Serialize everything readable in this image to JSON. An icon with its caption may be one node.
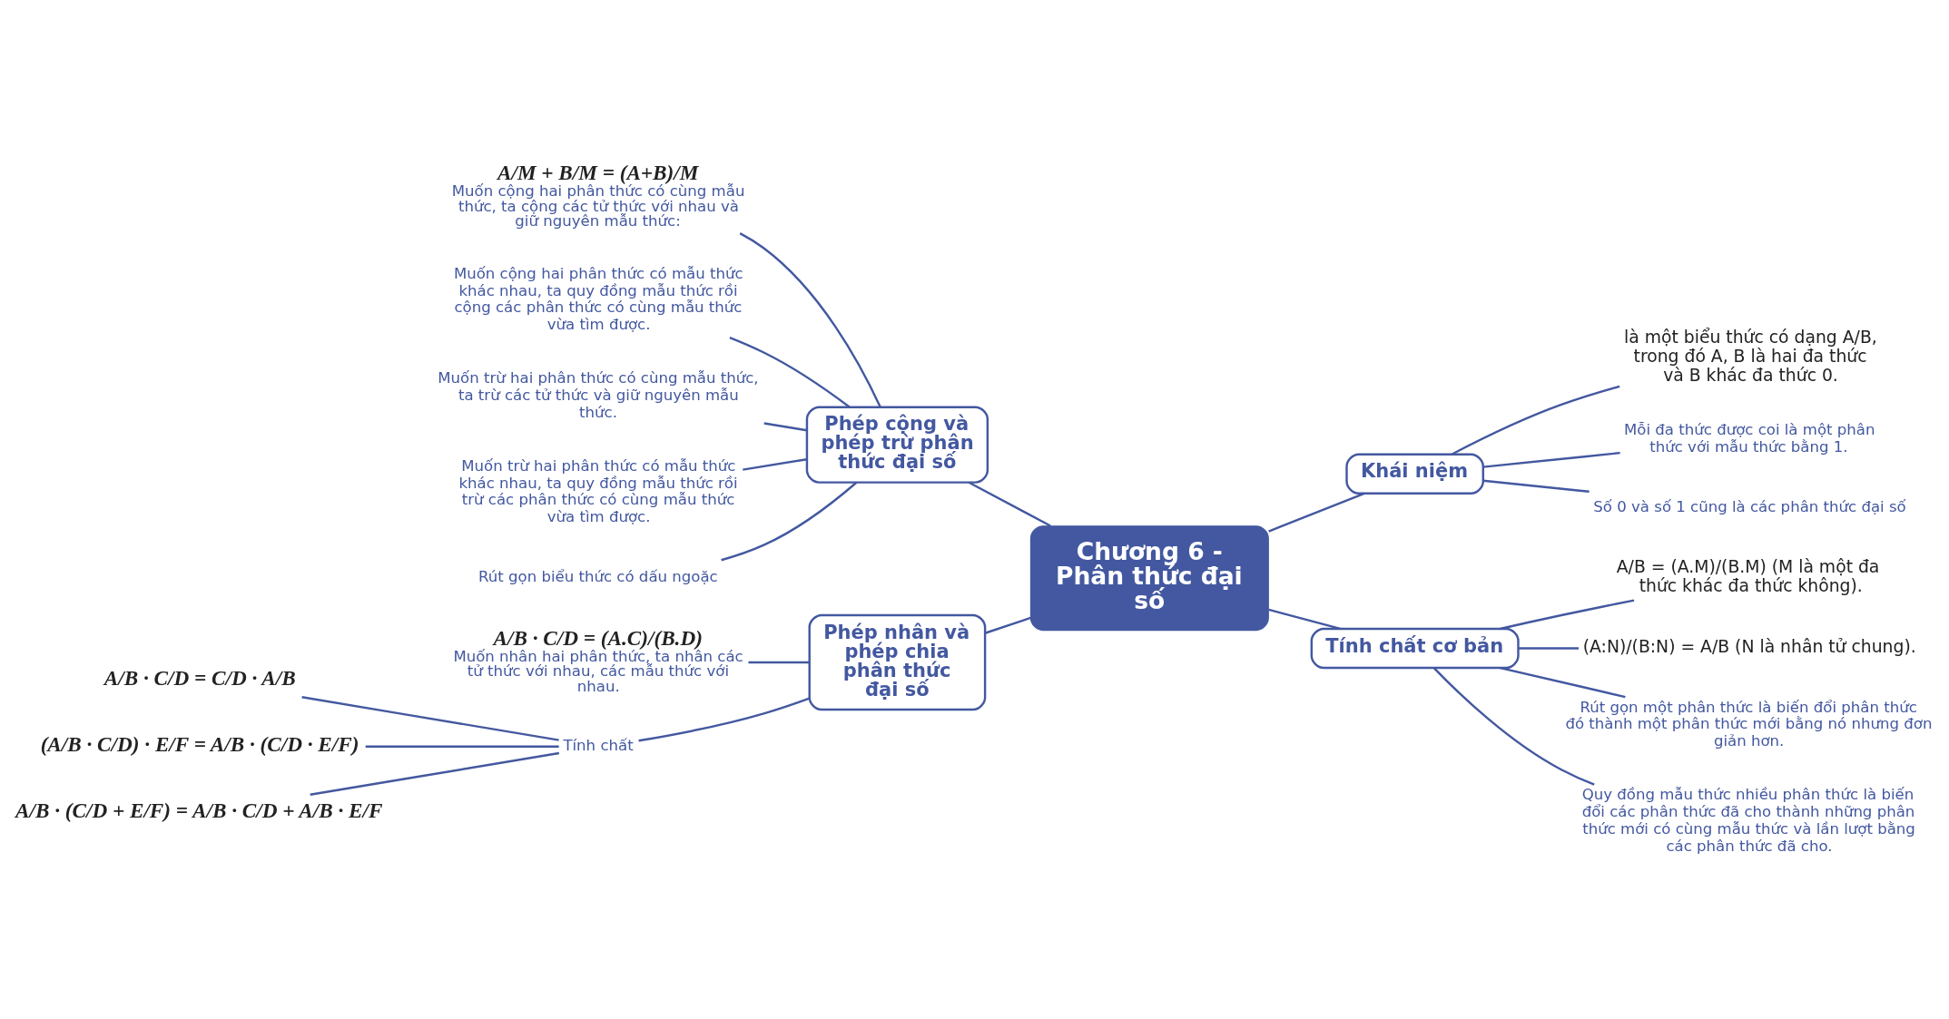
{
  "diagram": {
    "nodes": [
      {
        "text": [
          "Chương 6 - Phân thức đại số"
        ]
      },
      {
        "text": [
          "Phép cộng và phép trừ phân thức đại số"
        ]
      },
      {
        "text": [
          "Phép nhân và phép chia phân thức đại số"
        ]
      },
      {
        "text": [
          "Khái niệm"
        ]
      },
      {
        "text": [
          "Tính chất cơ bản"
        ]
      },
      {
        "text": [
          "A/M + B/M = (A+B)/M",
          "Muốn cộng hai phân thức có cùng mẫu thức, ta cộng các tử thức với nhau và giữ nguyên mẫu thức:"
        ]
      },
      {
        "text": [
          "Muốn cộng hai phân thức có mẫu thức khác nhau, ta quy đồng mẫu thức rồi cộng các phân thức có cùng mẫu thức vừa tìm được."
        ]
      },
      {
        "text": [
          "Muốn trừ hai phân thức có cùng mẫu thức, ta trừ các tử thức và giữ nguyên mẫu thức."
        ]
      },
      {
        "text": [
          "Muốn trừ hai phân thức có mẫu thức khác nhau, ta quy đồng mẫu thức rồi trừ các phân thức có cùng mẫu thức vừa tìm được."
        ]
      },
      {
        "text": [
          "Rút gọn biểu thức có dấu ngoặc"
        ]
      },
      {
        "text": [
          "A/B · C/D = (A.C)/(B.D)",
          "Muốn nhân hai phân thức, ta nhân các tử thức với nhau, các mẫu thức với nhau."
        ]
      },
      {
        "text": [
          "Tính chất"
        ]
      },
      {
        "text": [
          "A/B · C/D = C/D · A/B"
        ]
      },
      {
        "text": [
          "(A/B · C/D) · E/F = A/B · (C/D · E/F)"
        ]
      },
      {
        "text": [
          "A/B · (C/D + E/F) = A/B · C/D + A/B · E/F"
        ]
      },
      {
        "text": [
          "là một biểu thức có dạng A/B, trong đó A, B là hai đa thức và B khác đa thức 0."
        ]
      },
      {
        "text": [
          "Mỗi đa thức được coi là một phân thức với mẫu thức bằng 1."
        ]
      },
      {
        "text": [
          "Số 0 và số 1 cũng là các phân thức đại số"
        ]
      },
      {
        "text": [
          "A/B = (A.M)/(B.M) (M là một đa thức khác đa thức không)."
        ]
      },
      {
        "text": [
          "(A:N)/(B:N) = A/B (N là nhân tử chung)."
        ]
      },
      {
        "text": [
          "Rút gọn một phân thức là biến đổi phân thức đó thành một phân thức mới bằng nó nhưng đơn giản hơn."
        ]
      },
      {
        "text": [
          "Quy đồng mẫu thức nhiều phân thức là biến đổi các phân thức đã cho thành những phân thức mới có cùng mẫu thức và lần lượt bằng các phân thức đã cho."
        ]
      }
    ],
    "edges": [
      {
        "from": 5,
        "to": 1,
        "arrow": "none"
      },
      {
        "from": 6,
        "to": 1,
        "arrow": "none"
      },
      {
        "from": 7,
        "to": 1,
        "arrow": "none"
      },
      {
        "from": 8,
        "to": 1,
        "arrow": "none"
      },
      {
        "from": 9,
        "to": 1,
        "arrow": "none"
      },
      {
        "from": 1,
        "to": 0,
        "arrow": "none"
      },
      {
        "from": 2,
        "to": 0,
        "arrow": "none"
      },
      {
        "from": 10,
        "to": 2,
        "arrow": "none"
      },
      {
        "from": 11,
        "to": 2,
        "arrow": "none"
      },
      {
        "from": 12,
        "to": 11,
        "arrow": "none"
      },
      {
        "from": 13,
        "to": 11,
        "arrow": "none"
      },
      {
        "from": 14,
        "to": 11,
        "arrow": "none"
      },
      {
        "from": 0,
        "to": 3,
        "arrow": "none"
      },
      {
        "from": 0,
        "to": 4,
        "arrow": "none"
      },
      {
        "from": 3,
        "to": 15,
        "arrow": "none"
      },
      {
        "from": 3,
        "to": 16,
        "arrow": "none"
      },
      {
        "from": 3,
        "to": 17,
        "arrow": "none"
      },
      {
        "from": 4,
        "to": 18,
        "arrow": "none"
      },
      {
        "from": 4,
        "to": 19,
        "arrow": "none"
      },
      {
        "from": 4,
        "to": 20,
        "arrow": "none"
      },
      {
        "from": 4,
        "to": 21,
        "arrow": "none"
      }
    ]
  }
}
